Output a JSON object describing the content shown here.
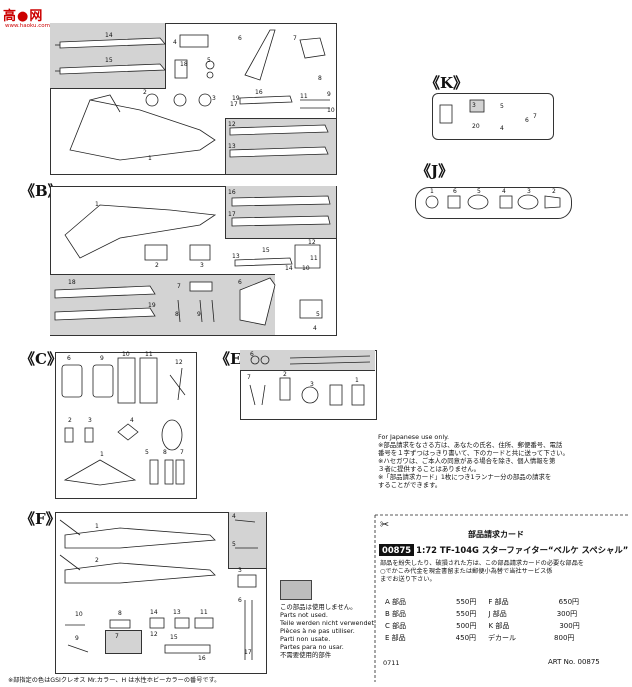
{
  "watermark": {
    "text": "高●网",
    "sub": "www.haoku.com"
  },
  "sections": {
    "B": "《B》",
    "C": "《C》",
    "E": "《E》",
    "F": "《F》",
    "K": "《K》",
    "J": "《J》"
  },
  "parts": {
    "A": [
      "14",
      "15",
      "4",
      "18",
      "5",
      "6",
      "7",
      "8",
      "9",
      "10",
      "12",
      "13",
      "1",
      "16",
      "17",
      "11",
      "19",
      "2",
      "3"
    ],
    "B": [
      "1",
      "16",
      "17",
      "2",
      "3",
      "13",
      "15",
      "14",
      "12",
      "11",
      "10",
      "18",
      "19",
      "7",
      "8",
      "9",
      "5",
      "6",
      "4"
    ],
    "C": [
      "6",
      "9",
      "10",
      "11",
      "12",
      "2",
      "3",
      "4",
      "1",
      "5",
      "8",
      "7"
    ],
    "E": [
      "7",
      "2",
      "3",
      "1",
      "6"
    ],
    "F": [
      "1",
      "2",
      "4",
      "5",
      "3",
      "6",
      "10",
      "8",
      "9",
      "7",
      "14",
      "13",
      "11",
      "15",
      "12",
      "16",
      "17"
    ],
    "K": [
      "3",
      "5",
      "6",
      "7",
      "20",
      "4"
    ],
    "J": [
      "6",
      "5",
      "4",
      "3",
      "2",
      "1"
    ]
  },
  "legend_notes": [
    "この部品は使用しません。",
    "Parts not used.",
    "Teile werden nicht verwendet.",
    "Pièces à ne pas utiliser.",
    "Parti non usate.",
    "Partes para no usar.",
    "不需要使用的部件"
  ],
  "order_notes": {
    "heading": "For Japanese use only.",
    "lines": [
      "※部品請求をなさる方は、あなたの氏名、住所、郵便番号、電話",
      "番号を１字ずつはっきり書いて、下のカードと共に送って下さい。",
      "※ハセガワは、ご本人の同意がある場合を除き、個人情報を第",
      "３者に提供することはありません。",
      "※「部品請求カード」1枚につき1ランナー分の部品の請求を",
      "することができます。"
    ]
  },
  "card": {
    "title": "部品請求カード",
    "code": "00875",
    "kit_name": "1:72 TF-104G スターファイター“ベルケ スペシャル”",
    "instructions": [
      "部品を紛失したり、破損された方は、この部品請求カードの必要な部品を",
      "○でかこみ代金を現金書留または郵便小為替で当社サービス係",
      "までお送り下さい。"
    ],
    "prices": [
      {
        "left": "A 部品",
        "lp": "550円",
        "right": "F 部品",
        "rp": "650円"
      },
      {
        "left": "B 部品",
        "lp": "550円",
        "right": "J 部品",
        "rp": "300円"
      },
      {
        "left": "C 部品",
        "lp": "500円",
        "right": "K 部品",
        "rp": "300円"
      },
      {
        "left": "E 部品",
        "lp": "450円",
        "right": "デカール",
        "rp": "800円"
      }
    ],
    "date_code": "0711",
    "art_no": "ART No. 00875"
  },
  "footer": "※部指定の色はGSIクレオス Mr.カラー、H は水性ホビーカラーの番号です。"
}
